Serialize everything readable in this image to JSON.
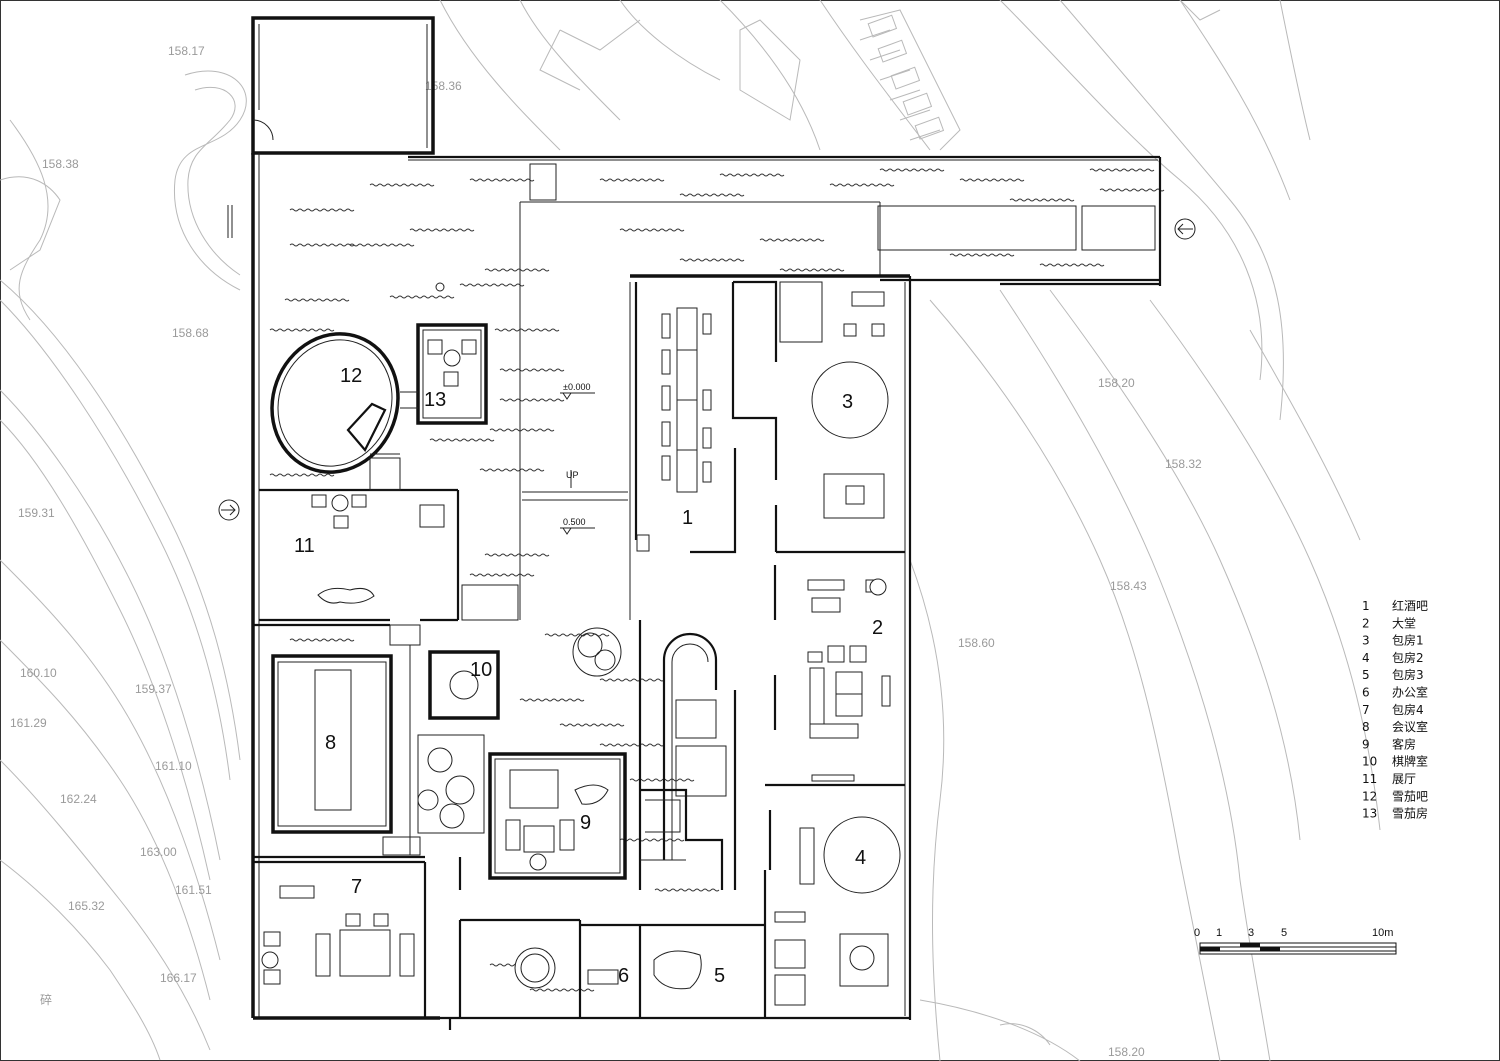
{
  "rooms": [
    {
      "num": "1"
    },
    {
      "num": "2"
    },
    {
      "num": "3"
    },
    {
      "num": "4"
    },
    {
      "num": "5"
    },
    {
      "num": "6"
    },
    {
      "num": "7"
    },
    {
      "num": "8"
    },
    {
      "num": "9"
    },
    {
      "num": "10"
    },
    {
      "num": "11"
    },
    {
      "num": "12"
    },
    {
      "num": "13"
    }
  ],
  "legend": [
    {
      "num": "1",
      "name": "红酒吧"
    },
    {
      "num": "2",
      "name": "大堂"
    },
    {
      "num": "3",
      "name": "包房1"
    },
    {
      "num": "4",
      "name": "包房2"
    },
    {
      "num": "5",
      "name": "包房3"
    },
    {
      "num": "6",
      "name": "办公室"
    },
    {
      "num": "7",
      "name": "包房4"
    },
    {
      "num": "8",
      "name": "会议室"
    },
    {
      "num": "9",
      "name": "客房"
    },
    {
      "num": "10",
      "name": "棋牌室"
    },
    {
      "num": "11",
      "name": "展厅"
    },
    {
      "num": "12",
      "name": "雪茄吧"
    },
    {
      "num": "13",
      "name": "雪茄房"
    }
  ],
  "elevations": [
    "158.17",
    "158.36",
    "158.38",
    "158.68",
    "159.31",
    "160.10",
    "159.37",
    "161.29",
    "161.10",
    "162.24",
    "163.00",
    "161.51",
    "165.32",
    "166.17",
    "158.20",
    "158.32",
    "158.43",
    "158.60",
    "158.20"
  ],
  "levels": {
    "upper": "±0.000",
    "lower": "0.500",
    "up_label": "UP"
  },
  "scale_bar": {
    "ticks": [
      "0",
      "1",
      "3",
      "5",
      "10m"
    ]
  },
  "site_char": "碎",
  "colors": {
    "line": "#111111",
    "contour": "#b9b9b9",
    "text_gray": "#9a9a9a"
  }
}
